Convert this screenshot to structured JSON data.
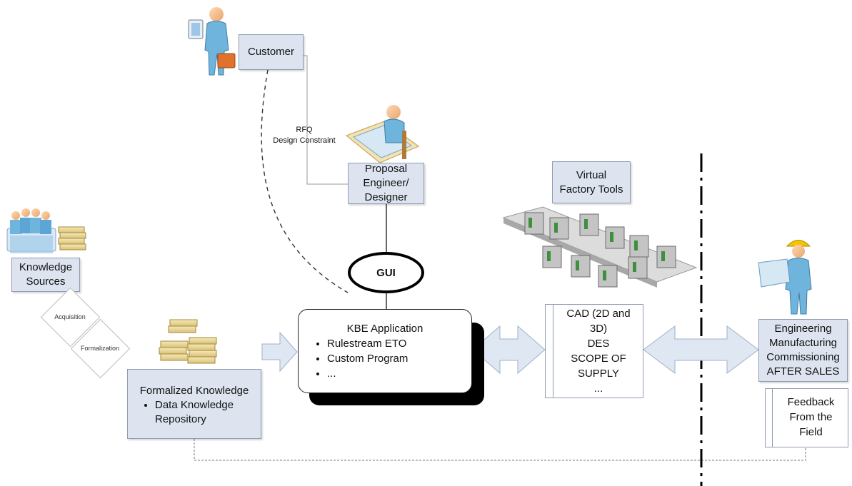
{
  "customer": "Customer",
  "edge_label": [
    "RFQ",
    "Design Constraint"
  ],
  "proposal": [
    "Proposal",
    "Engineer/",
    "Designer"
  ],
  "virtual_factory": [
    "Virtual",
    "Factory Tools"
  ],
  "gui": "GUI",
  "knowledge_sources": [
    "Knowledge",
    "Sources"
  ],
  "acquisition": "Acquisition",
  "formalization": "Formalization",
  "formalized": {
    "title": "Formalized Knowledge",
    "items": [
      "Data Knowledge",
      "Repository"
    ]
  },
  "kbe": {
    "title": "KBE Application",
    "items": [
      "Rulestream ETO",
      "Custom Program",
      "..."
    ]
  },
  "cad": [
    "CAD (2D and",
    "3D)",
    "DES",
    "SCOPE OF",
    "SUPPLY",
    "..."
  ],
  "engineering": [
    "Engineering",
    "Manufacturing",
    "Commissioning",
    "AFTER SALES"
  ],
  "feedback": [
    "Feedback",
    "From the",
    "Field"
  ],
  "icons": {
    "customer": "businessman-with-briefcase-icon",
    "proposal": "engineer-at-drafting-table-icon",
    "knowledge": "meeting-group-icon",
    "books": "document-stack-icon",
    "factory": "factory-conveyor-icon",
    "field_engineer": "field-engineer-with-blueprint-icon"
  },
  "colors": {
    "box_fill": "#dde4f0",
    "box_border": "#8f9bb3",
    "arrow_fill": "#dfe7f3",
    "figure_blue": "#78bde0"
  }
}
